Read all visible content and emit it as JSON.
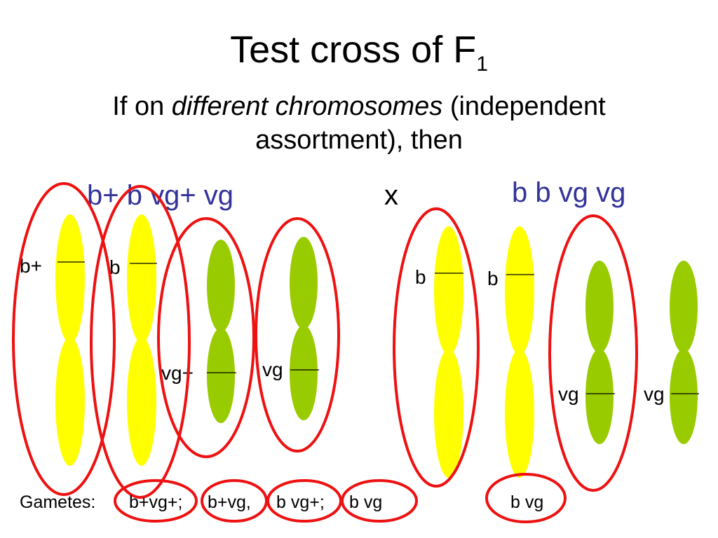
{
  "slide": {
    "title": "Test cross of F",
    "title_sub": "1",
    "subtitle_prefix": "If on ",
    "subtitle_em": "different chromosomes",
    "subtitle_suffix": " (independent assortment), then"
  },
  "cross": {
    "left_genotype": "b+ b vg+ vg",
    "symbol": "x",
    "right_genotype": "b b vg vg"
  },
  "labels": {
    "b_plus": "b+",
    "b_left": "b",
    "vg_plus": "vg+",
    "vg_left": "vg",
    "b_right_1": "b",
    "b_right_2": "b",
    "vg_right_1": "vg",
    "vg_right_2": "vg"
  },
  "gametes": {
    "label": "Gametes:",
    "g1": "b+vg+;",
    "g2": "b+vg,",
    "g3": "b vg+;",
    "g4": "b vg",
    "right": "b vg"
  },
  "colors": {
    "genotype_text": "#333399",
    "chromosome_yellow": "#ffff00",
    "chromosome_green": "#99cc00",
    "circle_red": "#ee1111"
  }
}
